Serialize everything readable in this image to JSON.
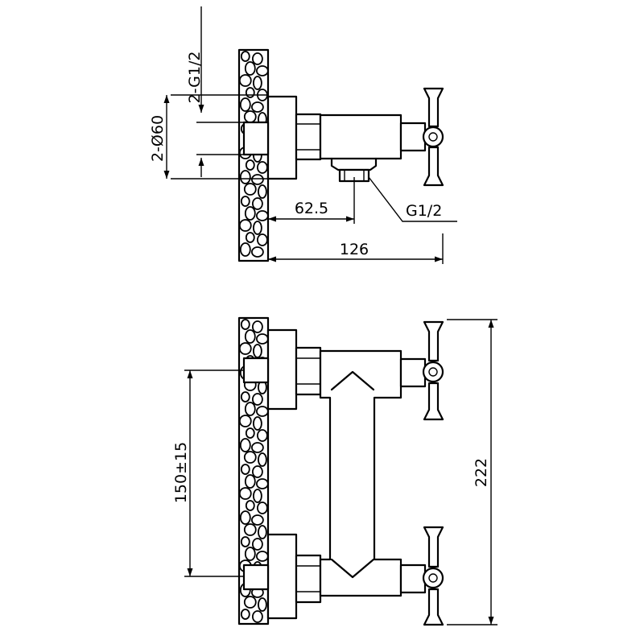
{
  "top_view": {
    "dim_thread_pair": "2-G1/2",
    "dim_diameter_pair": "2-Ø60",
    "dim_outlet_offset": "62.5",
    "dim_total_depth": "126",
    "dim_outlet_thread": "G1/2"
  },
  "front_view": {
    "dim_center_distance": "150±15",
    "dim_total_height": "222"
  },
  "colors": {
    "line": "#000000",
    "background": "#ffffff"
  }
}
